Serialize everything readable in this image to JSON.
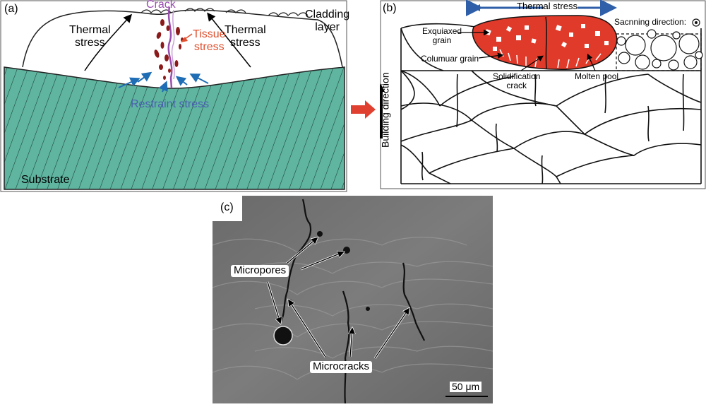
{
  "panel_a": {
    "label": "(a)",
    "crack": "Crack",
    "thermal_stress_left_l1": "Thermal",
    "thermal_stress_left_l2": "stress",
    "thermal_stress_right_l1": "Thermal",
    "thermal_stress_right_l2": "stress",
    "cladding_l1": "Cladding",
    "cladding_l2": "layer",
    "tissue_l1": "Tissue",
    "tissue_l2": "stress",
    "restraint": "Restraint stress",
    "substrate": "Substrate",
    "colors": {
      "substrate": "#5fb5a0",
      "crack": "#9a4fb0",
      "tissue": "#e0502e",
      "restraint": "#4a5fb0",
      "blob": "#8b1a1a",
      "arrow_blue": "#1f6db5"
    }
  },
  "panel_b": {
    "label": "(b)",
    "thermal_stress": "Thermal stress",
    "scanning_direction": "Sacnning direction:",
    "equiaxed_l1": "Exquiaxed",
    "equiaxed_l2": "grain",
    "columnar": "Columuar grain",
    "solidification_l1": "Solidification",
    "solidification_l2": "crack",
    "molten_pool": "Molten pool",
    "building_direction": "Building direction",
    "colors": {
      "pool": "#e03a2a",
      "arrow": "#2e5fa8",
      "big_arrow": "#e04030"
    }
  },
  "panel_c": {
    "label": "(c)",
    "micropores": "Micropores",
    "microcracks": "Microcracks",
    "scale_bar": "50 μm"
  }
}
